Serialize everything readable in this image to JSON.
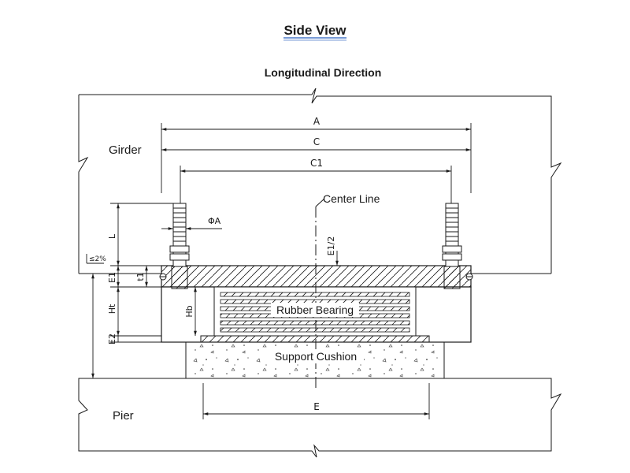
{
  "title": "Side View",
  "subtitle": "Longitudinal Direction",
  "labels": {
    "girder": "Girder",
    "pier": "Pier",
    "center_line": "Center Line",
    "rubber_bearing": "Rubber Bearing",
    "support_cushion": "Support Cushion"
  },
  "dimensions": {
    "a": "A",
    "c": "C",
    "c1": "C1",
    "e": "E",
    "l": "L",
    "phi_a": "ΦA",
    "slope": "≤2%",
    "e1": "E1",
    "t1": "t1",
    "ht": "Ht",
    "hb": "Hb",
    "e2": "E2",
    "e1_half": "E1/2"
  },
  "colors": {
    "line": "#1a1a1a",
    "title_underline": "#4a78c9"
  }
}
